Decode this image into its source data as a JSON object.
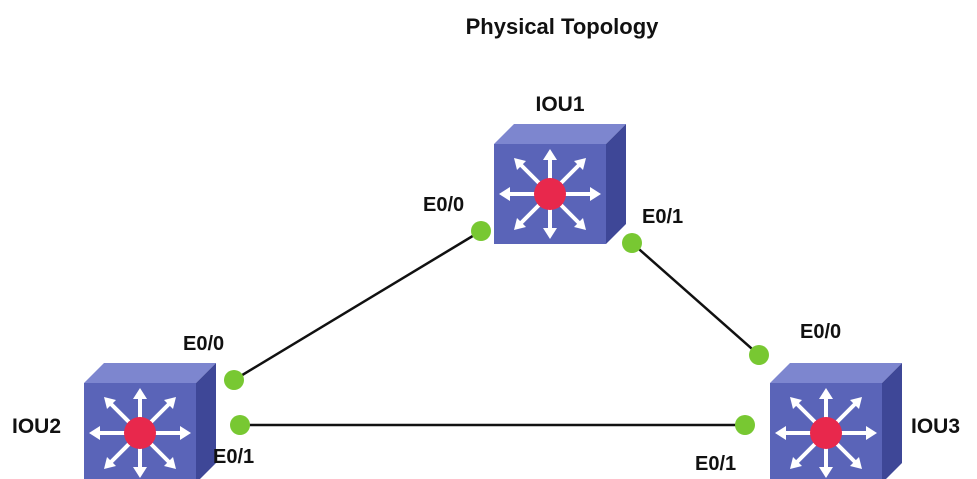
{
  "title": "Physical Topology",
  "colors": {
    "switch_front": "#5a64b8",
    "switch_top": "#7d86cf",
    "switch_side": "#3e4797",
    "switch_core": "#e8284c",
    "arrow": "#ffffff",
    "port_dot": "#78c832",
    "link": "#111111"
  },
  "devices": [
    {
      "id": "IOU1",
      "label": "IOU1",
      "icon": "layer3-switch-icon"
    },
    {
      "id": "IOU2",
      "label": "IOU2",
      "icon": "layer3-switch-icon"
    },
    {
      "id": "IOU3",
      "label": "IOU3",
      "icon": "layer3-switch-icon"
    }
  ],
  "ports": {
    "iou1_e0_0": "E0/0",
    "iou1_e0_1": "E0/1",
    "iou2_e0_0": "E0/0",
    "iou2_e0_1": "E0/1",
    "iou3_e0_0": "E0/0",
    "iou3_e0_1": "E0/1"
  },
  "links": [
    {
      "from": "IOU1 E0/0",
      "to": "IOU2 E0/0"
    },
    {
      "from": "IOU1 E0/1",
      "to": "IOU3 E0/0"
    },
    {
      "from": "IOU2 E0/1",
      "to": "IOU3 E0/1"
    }
  ]
}
